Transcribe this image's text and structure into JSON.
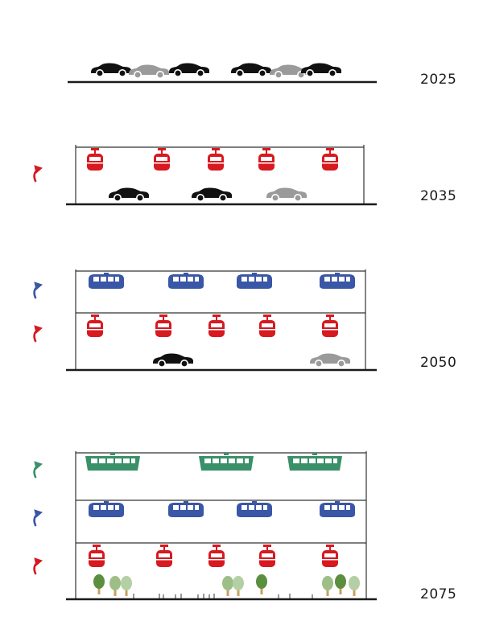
{
  "years": [
    "2025",
    "2035",
    "2050",
    "2075"
  ],
  "colors": {
    "ground": "#1a1a1a",
    "car_black": "#111111",
    "car_gray": "#9a9a9a",
    "gondola_red": "#d71920",
    "tram_blue": "#3a56a6",
    "train_green": "#3a9068",
    "tree_dark": "#5c8e3f",
    "tree_light": "#9dbf87",
    "tree_pale": "#b5cfa5",
    "trunk": "#c8a060"
  },
  "icons": {
    "car": "car-icon",
    "gondola": "gondola-icon",
    "tram": "tram-icon",
    "train": "train-icon",
    "tree": "tree-icon",
    "arrow": "curved-arrow-icon"
  }
}
